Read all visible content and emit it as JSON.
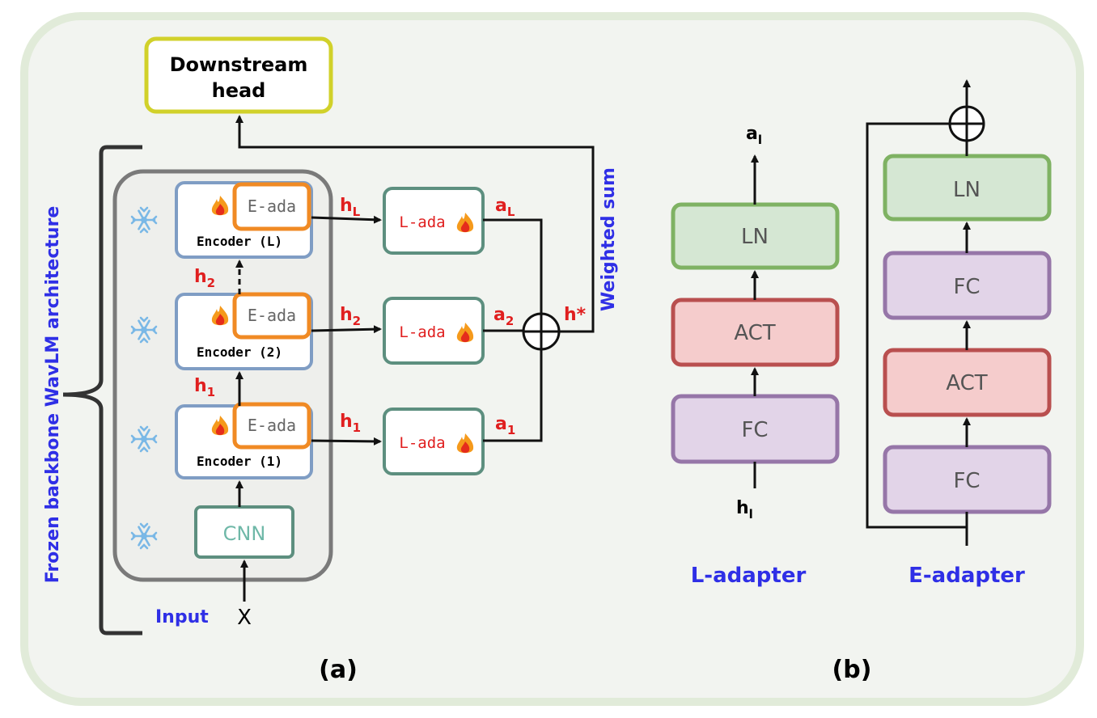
{
  "panel_a": {
    "caption": "(a)",
    "downstream_head": [
      "Downstream",
      "head"
    ],
    "backbone_label": "Frozen backbone WavLM architecture",
    "weighted_sum_label": "Weighted sum",
    "encoders": [
      {
        "label": "Encoder (L)",
        "eada": "E-ada"
      },
      {
        "label": "Encoder (2)",
        "eada": "E-ada"
      },
      {
        "label": "Encoder (1)",
        "eada": "E-ada"
      }
    ],
    "cnn": "CNN",
    "input_label": "Input",
    "input_symbol": "X",
    "hidden": {
      "h_sym": "h",
      "L": "L",
      "i2": "2",
      "i1": "1"
    },
    "ladas": [
      "L-ada",
      "L-ada",
      "L-ada"
    ],
    "outputs": {
      "a_sym": "a",
      "L": "L",
      "i2": "2",
      "i1": "1"
    },
    "h_star": "h*"
  },
  "panel_b": {
    "caption": "(b)",
    "l_adapter": {
      "title": "L-adapter",
      "blocks": [
        "LN",
        "ACT",
        "FC"
      ],
      "input_sym": "h",
      "input_sub": "l",
      "output_sym": "a",
      "output_sub": "l"
    },
    "e_adapter": {
      "title": "E-adapter",
      "blocks": [
        "LN",
        "FC",
        "ACT",
        "FC"
      ]
    }
  },
  "colors": {
    "outer_bg": "#f2f4f0",
    "outer_border": "#e1ebd9",
    "backbone_bg": "#eeefec",
    "encoder_border": "#7f9dc4",
    "eada_border": "#f08a24",
    "lada_border": "#5d8f7f",
    "downstream_border": "#d1d12a",
    "red_label": "#e01f1f",
    "blue_label": "#2f2fe6",
    "ln_fill": "#d5e7d3",
    "ln_border": "#7fb263",
    "act_fill": "#f5cccc",
    "act_border": "#b94f4f",
    "fc_fill": "#e2d4e8",
    "fc_border": "#9676a8"
  }
}
